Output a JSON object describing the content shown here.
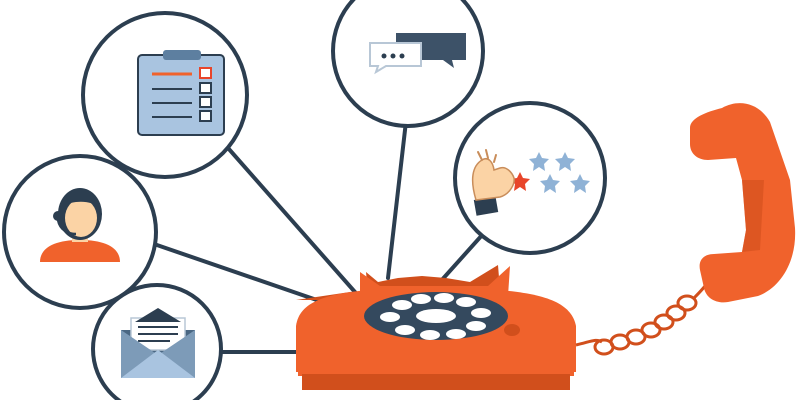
{
  "illustration": {
    "central_object": "rotary-telephone",
    "receiver": "handset-off-hook",
    "bubbles": [
      {
        "name": "checklist-icon"
      },
      {
        "name": "chat-icon"
      },
      {
        "name": "rating-stars-icon",
        "stars": 5,
        "selected": 1
      },
      {
        "name": "support-agent-icon"
      },
      {
        "name": "envelope-icon"
      }
    ]
  },
  "colors": {
    "phone_orange": "#f0622c",
    "phone_dark": "#d14f1c",
    "line": "#2c3e50",
    "dial": "#34495e",
    "clipboard_blue": "#a9c4e0",
    "star_blue": "#8fb2d6",
    "accent_red": "#e8452a"
  }
}
